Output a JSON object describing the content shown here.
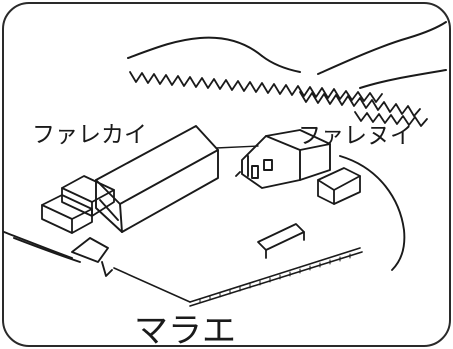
{
  "labels": {
    "building_left": "ファレカイ",
    "building_right": "ファレヌイ",
    "ground": "マラエ"
  },
  "colors": {
    "ink": "#1a1a1a",
    "frame": "#2a2a2a",
    "background": "#ffffff"
  }
}
